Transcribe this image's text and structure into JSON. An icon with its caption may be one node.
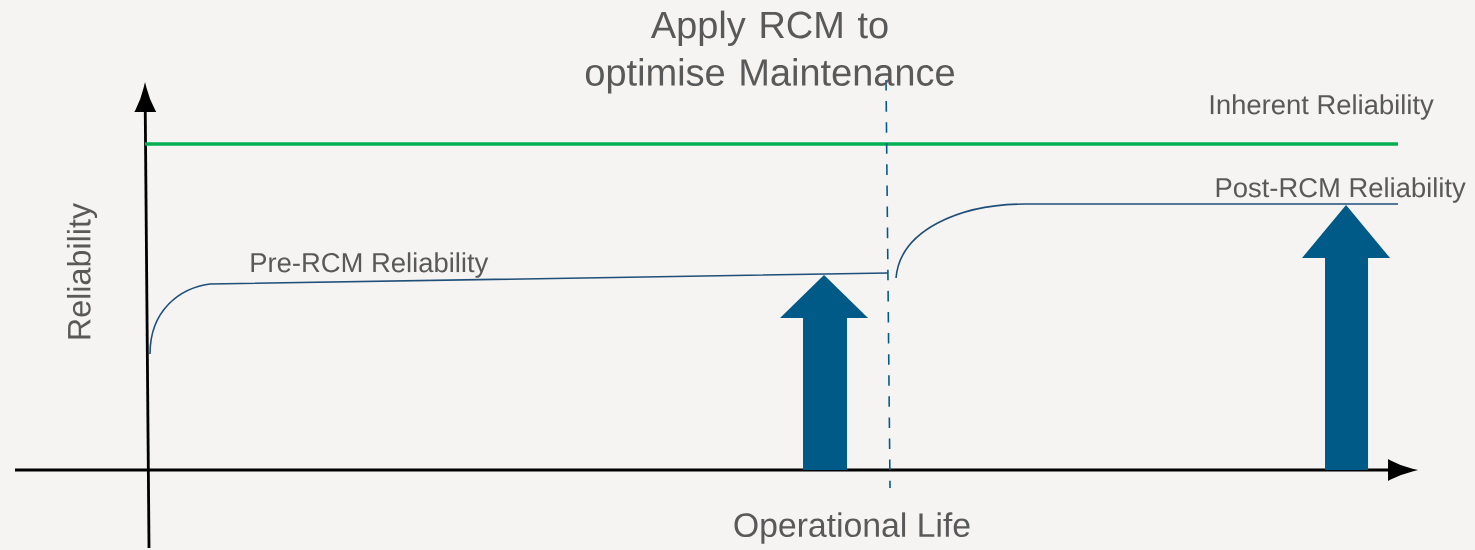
{
  "diagram": {
    "labels": [
      "Apply RCM to optimise Maintenance",
      "Inherent Reliability",
      "Post-RCM Reliability",
      "Pre-RCM Reliability",
      "Reliability",
      "Operational Life"
    ]
  }
}
